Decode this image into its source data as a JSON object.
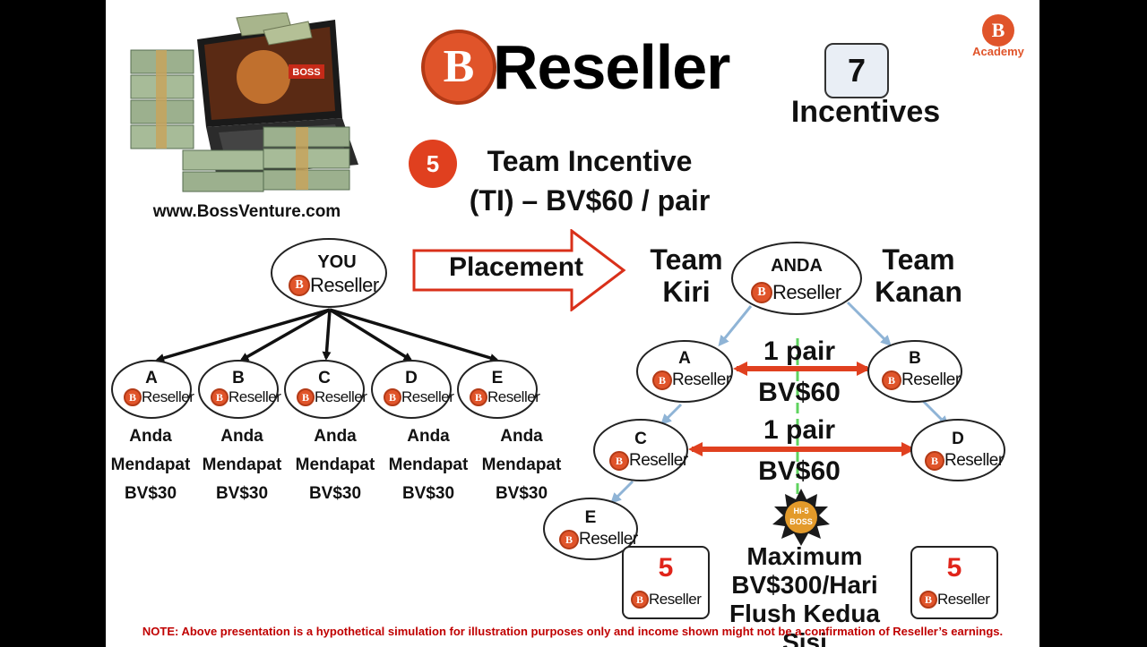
{
  "brand": {
    "title": "Reseller",
    "website": "www.BossVenture.com",
    "academy": "Academy",
    "laptop_sign": "BOSS"
  },
  "incentives": {
    "count": "7",
    "label": "Incentives"
  },
  "section": {
    "number": "5",
    "title_line1": "Team Incentive",
    "title_line2": "(TI) – BV$60 / pair"
  },
  "placement_label": "Placement",
  "left_tree": {
    "root": "YOU",
    "children": [
      {
        "letter": "A",
        "earn1": "Anda",
        "earn2": "Mendapat",
        "earn3": "BV$30"
      },
      {
        "letter": "B",
        "earn1": "Anda",
        "earn2": "Mendapat",
        "earn3": "BV$30"
      },
      {
        "letter": "C",
        "earn1": "Anda",
        "earn2": "Mendapat",
        "earn3": "BV$30"
      },
      {
        "letter": "D",
        "earn1": "Anda",
        "earn2": "Mendapat",
        "earn3": "BV$30"
      },
      {
        "letter": "E",
        "earn1": "Anda",
        "earn2": "Mendapat",
        "earn3": "BV$30"
      }
    ]
  },
  "right_tree": {
    "team_left_1": "Team",
    "team_left_2": "Kiri",
    "team_right_1": "Team",
    "team_right_2": "Kanan",
    "root": "ANDA",
    "nodes": {
      "a": "A",
      "b": "B",
      "c": "C",
      "d": "D",
      "e": "E"
    },
    "pair1": {
      "label": "1 pair",
      "value": "BV$60"
    },
    "pair2": {
      "label": "1 pair",
      "value": "BV$60"
    },
    "badge": {
      "line1": "Hi-5",
      "line2": "BOSS"
    },
    "maximum": {
      "line1": "Maximum",
      "line2": "BV$300/Hari",
      "line3": "Flush Kedua Sisi"
    },
    "box_left": "5",
    "box_right": "5"
  },
  "note": "NOTE: Above presentation is a hypothetical simulation for illustration purposes only and income shown might not be a confirmation of Reseller’s earnings.",
  "colors": {
    "accent": "#e0542a",
    "arrow_red": "#e0401f",
    "arrow_blue": "#8fb4d6",
    "note_red": "#c00000",
    "divider": "#5fd35f"
  }
}
